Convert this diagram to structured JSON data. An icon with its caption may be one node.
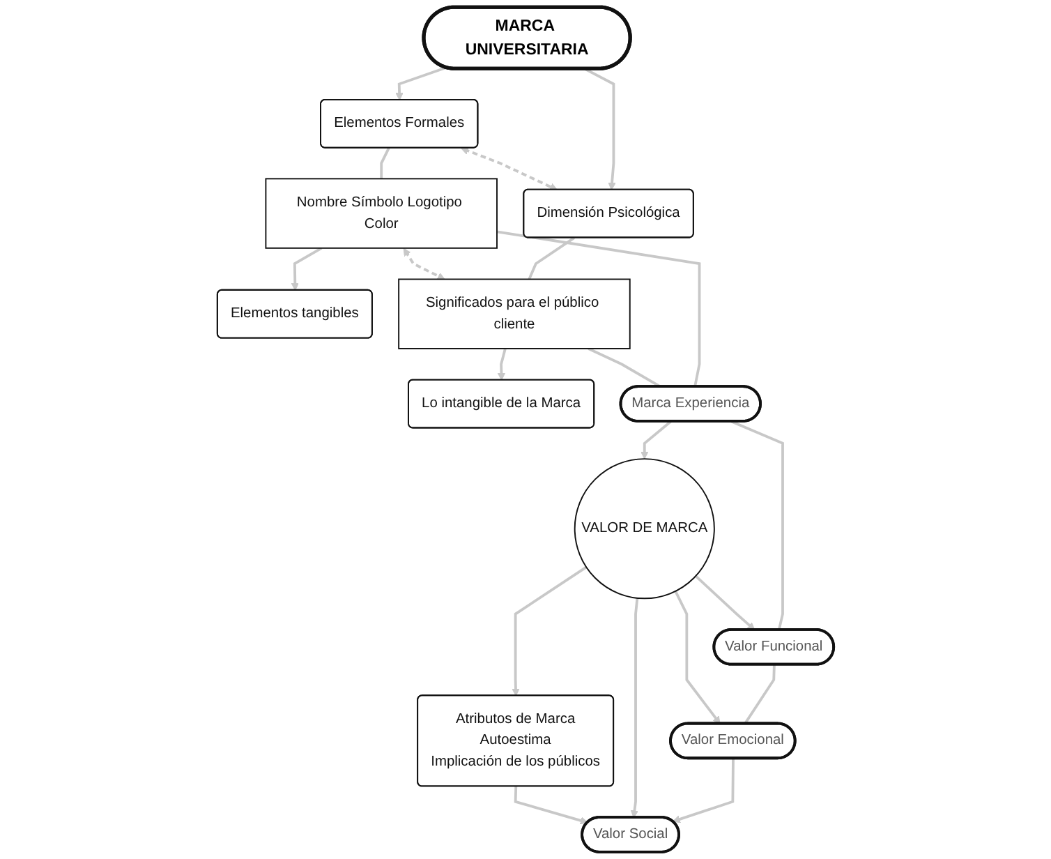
{
  "diagram": {
    "nodes": [
      {
        "text": [
          "MARCA UNIVERSITARIA"
        ]
      },
      {
        "text": [
          "Elementos Formales"
        ]
      },
      {
        "text": [
          "Dimensión Psicológica"
        ]
      },
      {
        "text": [
          "Elementos tangibles"
        ]
      },
      {
        "text": [
          "Nombre Símbolo Logotipo Color"
        ]
      },
      {
        "text": [
          "Significados para el público cliente"
        ]
      },
      {
        "text": [
          "Lo intangible de la Marca"
        ]
      },
      {
        "text": [
          "Marca Experiencia"
        ]
      },
      {
        "text": [
          "VALOR DE MARCA"
        ]
      },
      {
        "text": [
          "Valor Funcional"
        ]
      },
      {
        "text": [
          "Atributos de Marca",
          "Autoestima",
          "Implicación de los públicos"
        ]
      },
      {
        "text": [
          "Valor Emocional"
        ]
      },
      {
        "text": [
          "Valor Social"
        ]
      }
    ],
    "edges": [
      {
        "from": 0,
        "to": 1,
        "arrow": "to"
      },
      {
        "from": 0,
        "to": 2,
        "arrow": "to"
      },
      {
        "from": 1,
        "to": 2,
        "arrow": "both",
        "style": "dashed"
      },
      {
        "from": 1,
        "to": 4,
        "arrow": "none"
      },
      {
        "from": 2,
        "to": 5,
        "arrow": "none"
      },
      {
        "from": 4,
        "to": 3,
        "arrow": "to"
      },
      {
        "from": 4,
        "to": 5,
        "arrow": "both",
        "style": "dashed"
      },
      {
        "from": 5,
        "to": 6,
        "arrow": "to"
      },
      {
        "from": 4,
        "to": 7,
        "arrow": "none"
      },
      {
        "from": 5,
        "to": 7,
        "arrow": "none"
      },
      {
        "from": 7,
        "to": 8,
        "arrow": "to"
      },
      {
        "from": 7,
        "to": 9,
        "arrow": "none"
      },
      {
        "from": 9,
        "to": 11,
        "arrow": "none"
      },
      {
        "from": 11,
        "to": 12,
        "arrow": "to"
      },
      {
        "from": 8,
        "to": 9,
        "arrow": "to"
      },
      {
        "from": 8,
        "to": 10,
        "arrow": "to"
      },
      {
        "from": 8,
        "to": 11,
        "arrow": "to"
      },
      {
        "from": 8,
        "to": 12,
        "arrow": "to"
      },
      {
        "from": 10,
        "to": 12,
        "arrow": "to"
      }
    ]
  }
}
